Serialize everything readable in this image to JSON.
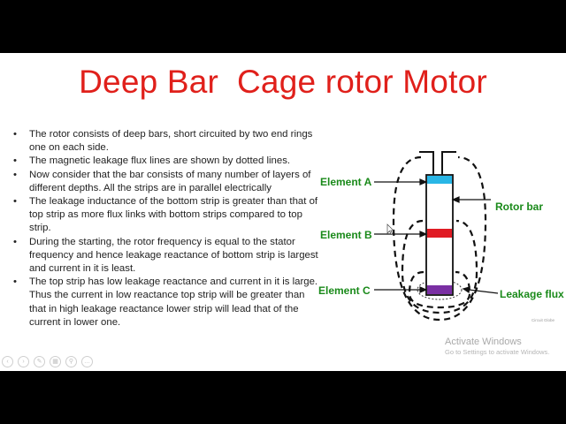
{
  "slide": {
    "title": "Deep Bar  Cage rotor Motor",
    "bullet_glyph": "•",
    "bullets": [
      "The rotor consists of deep bars, short circuited by two end rings one on each side.",
      "The magnetic leakage flux lines are shown by dotted lines.",
      "Now consider that the bar consists of many number of layers of different depths. All the strips are in parallel electrically",
      "The leakage inductance of the bottom strip is greater than that of top strip as more flux links with bottom strips compared to top strip.",
      "During the starting, the rotor frequency is equal to the stator frequency and hence leakage reactance of bottom strip is largest and current in it is least.",
      "The top strip has low leakage reactance and current in it is large. Thus the current in low reactance top strip will be greater than that in high leakage reactance lower strip will lead that of the current in lower one."
    ]
  },
  "diagram": {
    "labels": {
      "element_a": "Element A",
      "element_b": "Element B",
      "element_c": "Element C",
      "rotor_bar": "Rotor bar",
      "leakage_flux": "Leakage flux"
    },
    "colors": {
      "element_a": "#29b6e6",
      "element_b": "#e01b24",
      "element_c": "#7a2fa3",
      "label_green": "#1a8a1a"
    },
    "credit": "Circuit Globe"
  },
  "watermark": {
    "title": "Activate Windows",
    "subtitle": "Go to Settings to activate Windows."
  },
  "controls": [
    {
      "name": "prev-slide-icon",
      "glyph": "‹"
    },
    {
      "name": "next-slide-icon",
      "glyph": "›"
    },
    {
      "name": "pen-icon",
      "glyph": "✎"
    },
    {
      "name": "view-all-slides-icon",
      "glyph": "▦"
    },
    {
      "name": "zoom-icon",
      "glyph": "⚲"
    },
    {
      "name": "more-options-icon",
      "glyph": "…"
    }
  ]
}
